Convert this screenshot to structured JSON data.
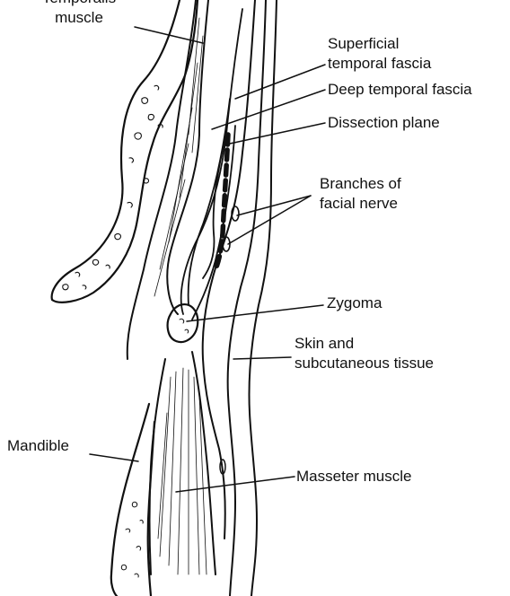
{
  "labels": {
    "temporalis_line1": "Temporalis",
    "temporalis_line2": "muscle",
    "superficial_line1": "Superficial",
    "superficial_line2": "temporal fascia",
    "deep_fascia": "Deep temporal fascia",
    "dissection_plane": "Dissection plane",
    "branches_line1": "Branches of",
    "branches_line2": "facial nerve",
    "zygoma": "Zygoma",
    "skin_line1": "Skin and",
    "skin_line2": "subcutaneous tissue",
    "mandible": "Mandible",
    "masseter": "Masseter muscle"
  },
  "colors": {
    "ink": "#111111",
    "background": "#ffffff"
  }
}
